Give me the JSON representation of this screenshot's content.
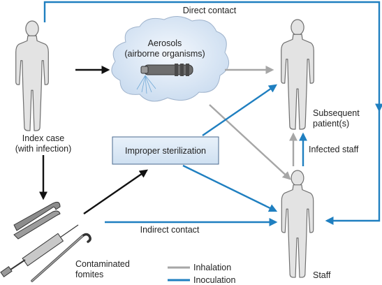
{
  "labels": {
    "direct_contact": "Direct contact",
    "aerosols_line1": "Aerosols",
    "aerosols_line2": "(airborne organisms)",
    "index_case_line1": "Index case",
    "index_case_line2": "(with infection)",
    "improper_sterilization": "Improper sterilization",
    "subsequent_patients_line1": "Subsequent",
    "subsequent_patients_line2": "patient(s)",
    "infected_staff": "Infected staff",
    "indirect_contact": "Indirect contact",
    "fomites_line1": "Contaminated",
    "fomites_line2": "fomites",
    "staff": "Staff"
  },
  "legend": [
    {
      "label": "Inhalation",
      "color": "#a6a6a6"
    },
    {
      "label": "Inoculation",
      "color": "#1f7fc0"
    }
  ],
  "colors": {
    "inoculation": "#1f7fc0",
    "inhalation": "#a6a6a6",
    "neutral_arrow": "#111111",
    "cloud_fill": "#dbe7f5",
    "box_fill": "#d7e6f4",
    "figure_fill": "#e3e3e3",
    "figure_stroke": "#6f6f6f"
  },
  "icons": {
    "human": "human-figure-icon",
    "handpiece": "dental-handpiece-icon",
    "forceps": "extraction-forceps-icon",
    "syringe": "syringe-icon",
    "hook": "dental-hook-icon"
  }
}
